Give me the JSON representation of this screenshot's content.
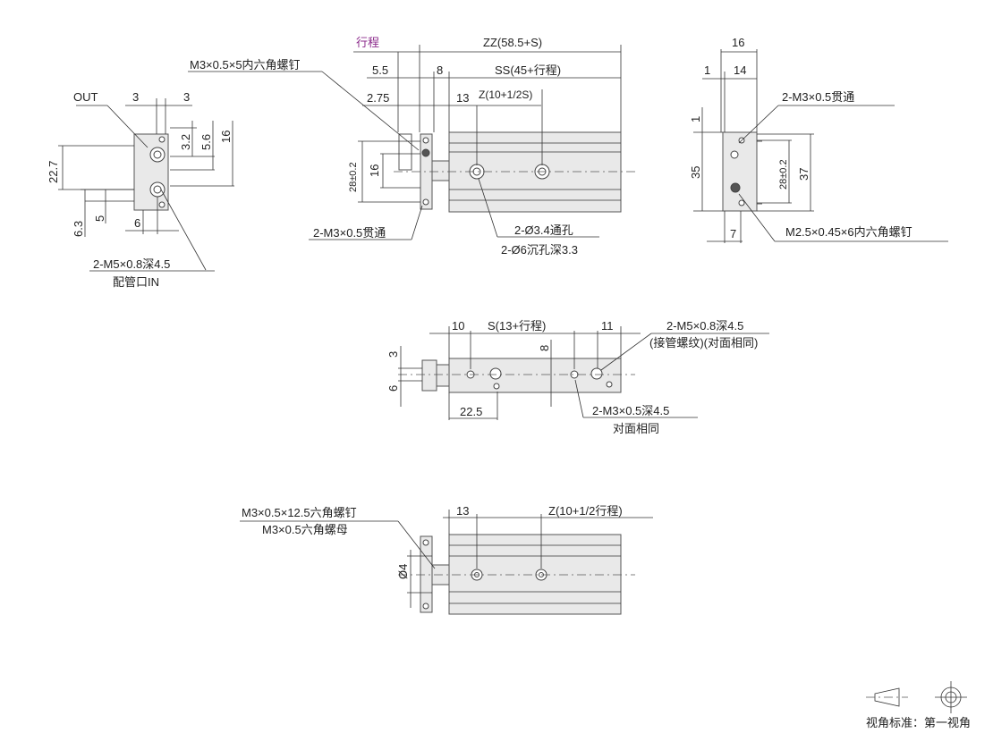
{
  "view_side_left": {
    "out": "OUT",
    "d3a": "3",
    "d3b": "3",
    "d3_2": "3.2",
    "d5_6": "5.6",
    "d16": "16",
    "d22_7": "22.7",
    "d6_3": "6.3",
    "d5": "5",
    "d6": "6",
    "port_spec": "2-M5×0.8深4.5",
    "port_in": "配管口IN"
  },
  "view_top": {
    "stroke": "行程",
    "zz": "ZZ(58.5+S)",
    "screw": "M3×0.5×5内六角螺钉",
    "d5_5": "5.5",
    "d8": "8",
    "ss": "SS(45+行程)",
    "d2_75": "2.75",
    "d13": "13",
    "z": "Z(10+1/2S)",
    "d28": "28±0.2",
    "d16": "16",
    "thru": "2-M3×0.5贯通",
    "hole1": "2-Ø3.4通孔",
    "hole2": "2-Ø6沉孔深3.3"
  },
  "view_end": {
    "d16": "16",
    "d1": "1",
    "d14": "14",
    "thru": "2-M3×0.5贯通",
    "d1v": "1",
    "d35": "35",
    "d28": "28±0.2",
    "d37": "37",
    "d7": "7",
    "screw": "M2.5×0.45×6内六角螺钉"
  },
  "view_front": {
    "d10": "10",
    "s": "S(13+行程)",
    "d11": "11",
    "d8": "8",
    "port": "2-M5×0.8深4.5",
    "port_note": "(接管螺纹)(对面相同)",
    "d3": "3",
    "d6": "6",
    "d22_5": "22.5",
    "tap": "2-M3×0.5深4.5",
    "tap_note": "对面相同"
  },
  "view_bottom": {
    "screw": "M3×0.5×12.5六角螺钉",
    "nut": "M3×0.5六角螺母",
    "d13": "13",
    "z": "Z(10+1/2行程)",
    "d4": "Ø4"
  },
  "legend": {
    "label": "视角标准：第一视角"
  },
  "colors": {
    "stroke_label": "#8b2a8b",
    "line": "#333333",
    "body": "#e9e9e9"
  }
}
